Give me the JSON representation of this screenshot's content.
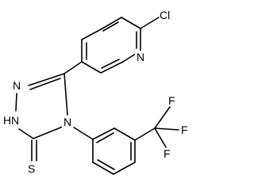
{
  "molecule": {
    "atoms": {
      "cl": "Cl",
      "n_pyridine": "N",
      "n_triazole_1": "N",
      "nh_triazole": "H",
      "n_triazole_1_nh": "N",
      "n_triazole_4": "N",
      "s_thione": "S",
      "f_top": "F",
      "f_right": "F",
      "f_bottom": "F"
    }
  }
}
